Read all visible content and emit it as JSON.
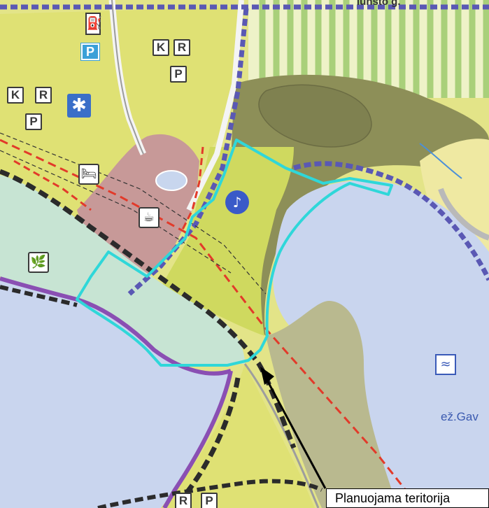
{
  "callout": {
    "label": "Planuojama teritorija"
  },
  "labels": {
    "lake": "ež.Gav",
    "street": "lunsto g."
  },
  "symbols": {
    "k": "K",
    "r": "R",
    "p": "P"
  },
  "icons": {
    "fuel": "fuel-pump-icon",
    "parking": "parking-icon",
    "medical": "medical-icon",
    "lodging": "bed-icon",
    "cafe": "cafe-icon",
    "nature": "nature-reserve-icon",
    "water": "water-icon",
    "music": "music-icon"
  },
  "colors": {
    "planned_boundary": "#2fd7d9",
    "lake": "#c9d5ee",
    "zone_yellow_green": "#d7e26b",
    "zone_olive": "#8f8f57",
    "zone_pink": "#c89898",
    "zone_light_green": "#c8e5d4",
    "boundary_blue_dashed": "#5a58b4",
    "road_red_dashed": "#e23a2a",
    "road_gray": "#9e9e9e",
    "purple_shore": "#8a4fb3"
  }
}
